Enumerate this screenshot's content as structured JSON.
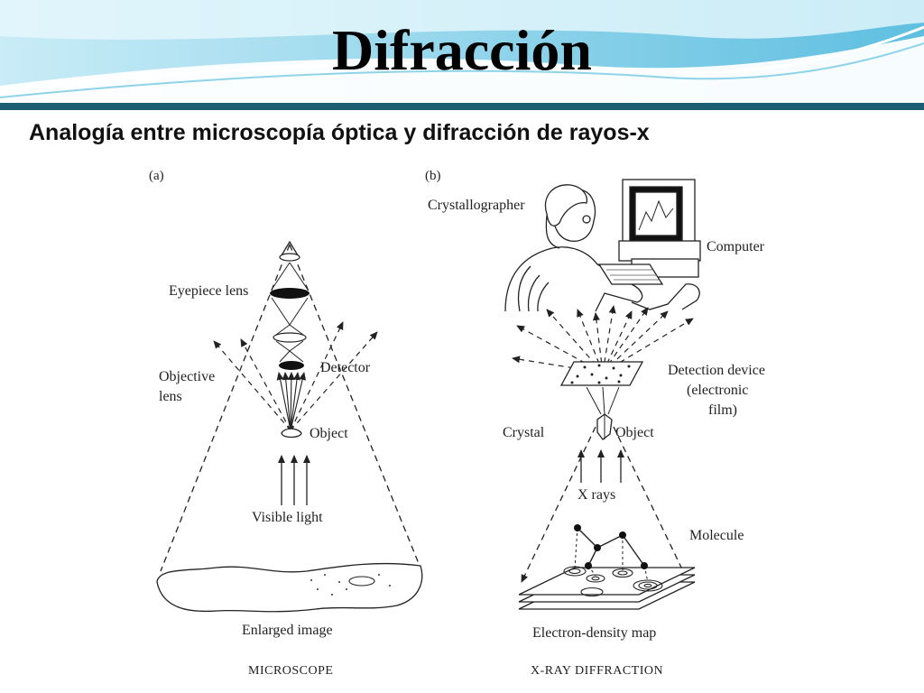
{
  "slide": {
    "title": "Difracción",
    "subtitle": "Analogía entre microscopía óptica y difracción de rayos-x",
    "colors": {
      "header_dark": "#1c5f73",
      "header_light": "#6cc5e3",
      "header_pale": "#c9ecf7"
    }
  },
  "figure": {
    "microscope": {
      "panel_label": "(a)",
      "eyepiece": "Eyepiece lens",
      "objective_line1": "Objective",
      "objective_line2": "lens",
      "detector": "Detector",
      "object": "Object",
      "light": "Visible light",
      "image": "Enlarged image",
      "caption": "MICROSCOPE"
    },
    "xray": {
      "panel_label": "(b)",
      "crystallographer": "Crystallographer",
      "computer": "Computer",
      "detection_line1": "Detection device",
      "detection_line2": "(electronic",
      "detection_line3": "film)",
      "crystal": "Crystal",
      "object": "Object",
      "rays": "X rays",
      "molecule": "Molecule",
      "map": "Electron-density map",
      "caption": "X-RAY DIFFRACTION"
    }
  }
}
